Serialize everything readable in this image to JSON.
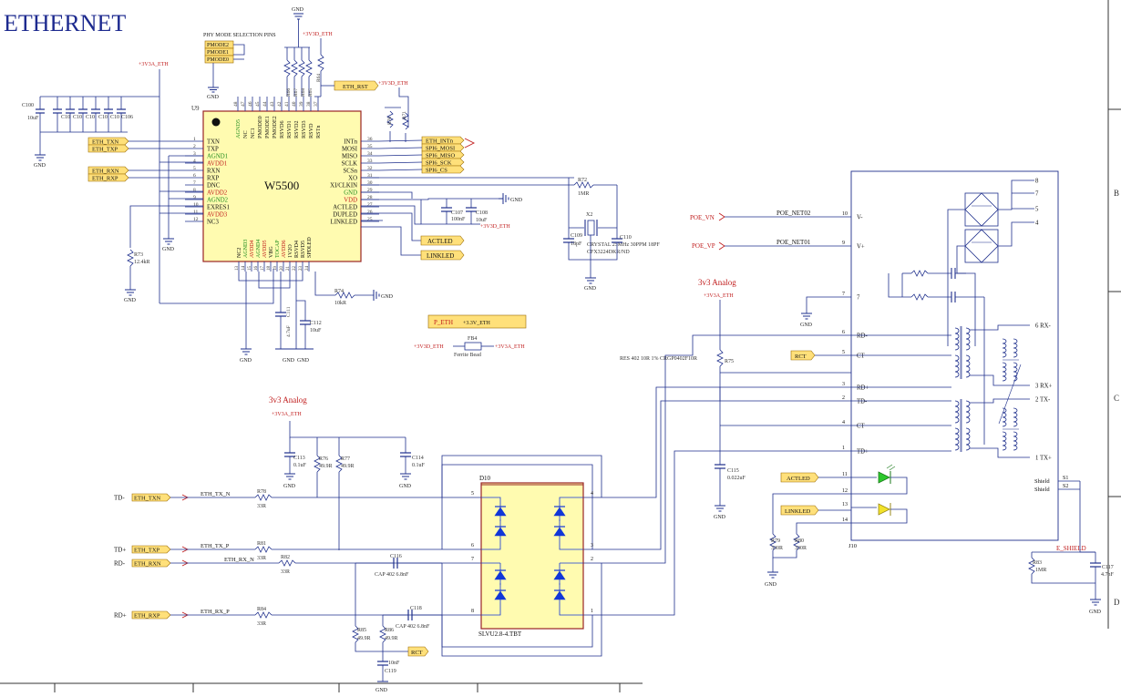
{
  "sheet": {
    "title": "ETHERNET",
    "zone_b": "B",
    "zone_c": "C",
    "zone_d": "D",
    "colors": {
      "wire": "#1e2f8c",
      "part_fill": "#fffbb0",
      "part_stroke": "#9a2424",
      "red": "#c01c1c",
      "green": "#1e8c1e",
      "port_fill": "#ffe07a",
      "diode": "#1237d8"
    }
  },
  "u9": {
    "designator": "U9",
    "name": "W5500",
    "mode_note": "PHY MODE SELECTION PINS",
    "pmode": [
      "PMODE2",
      "PMODE1",
      "PMODE0"
    ],
    "left_pins": [
      {
        "num": "1",
        "name": "TXN",
        "c": "n"
      },
      {
        "num": "2",
        "name": "TXP",
        "c": "n"
      },
      {
        "num": "3",
        "name": "AGND1",
        "c": "g"
      },
      {
        "num": "4",
        "name": "AVDD1",
        "c": "r"
      },
      {
        "num": "5",
        "name": "RXN",
        "c": "n"
      },
      {
        "num": "6",
        "name": "RXP",
        "c": "n"
      },
      {
        "num": "7",
        "name": "DNC",
        "c": "n"
      },
      {
        "num": "8",
        "name": "AVDD2",
        "c": "r"
      },
      {
        "num": "9",
        "name": "AGND2",
        "c": "g"
      },
      {
        "num": "10",
        "name": "EXRES1",
        "c": "n"
      },
      {
        "num": "11",
        "name": "AVDD3",
        "c": "r"
      },
      {
        "num": "12",
        "name": "NC3",
        "c": "n"
      }
    ],
    "right_pins": [
      {
        "num": "36",
        "name": "INTn",
        "c": "n"
      },
      {
        "num": "35",
        "name": "MOSI",
        "c": "n"
      },
      {
        "num": "34",
        "name": "MISO",
        "c": "n"
      },
      {
        "num": "33",
        "name": "SCLK",
        "c": "n"
      },
      {
        "num": "32",
        "name": "SCSn",
        "c": "n"
      },
      {
        "num": "31",
        "name": "XO",
        "c": "n"
      },
      {
        "num": "30",
        "name": "XI/CLKIN",
        "c": "n"
      },
      {
        "num": "29",
        "name": "GND",
        "c": "g"
      },
      {
        "num": "28",
        "name": "VDD",
        "c": "r"
      },
      {
        "num": "27",
        "name": "ACTLED",
        "c": "n"
      },
      {
        "num": "26",
        "name": "DUPLED",
        "c": "n"
      },
      {
        "num": "25",
        "name": "LINKLED",
        "c": "n"
      }
    ],
    "top_pins": [
      {
        "num": "48",
        "name": "AGND5",
        "c": "g"
      },
      {
        "num": "47",
        "name": "NC",
        "c": "n"
      },
      {
        "num": "46",
        "name": "NC1",
        "c": "n"
      },
      {
        "num": "45",
        "name": "PMODE0",
        "c": "n"
      },
      {
        "num": "44",
        "name": "PMODE1",
        "c": "n"
      },
      {
        "num": "43",
        "name": "PMODE2",
        "c": "n"
      },
      {
        "num": "42",
        "name": "RSVD6",
        "c": "n"
      },
      {
        "num": "41",
        "name": "RSVD1",
        "c": "n"
      },
      {
        "num": "40",
        "name": "RSVD2",
        "c": "n"
      },
      {
        "num": "39",
        "name": "RSVD3",
        "c": "n"
      },
      {
        "num": "38",
        "name": "RSVD",
        "c": "n"
      },
      {
        "num": "37",
        "name": "RSTn",
        "c": "n"
      }
    ],
    "bottom_pins": [
      {
        "num": "13",
        "name": "NC2",
        "c": "n"
      },
      {
        "num": "14",
        "name": "AGND3",
        "c": "g"
      },
      {
        "num": "15",
        "name": "AVDD4",
        "c": "r"
      },
      {
        "num": "16",
        "name": "AGND4",
        "c": "g"
      },
      {
        "num": "17",
        "name": "AVDD5",
        "c": "r"
      },
      {
        "num": "18",
        "name": "VBG",
        "c": "n"
      },
      {
        "num": "19",
        "name": "TOCAP",
        "c": "g"
      },
      {
        "num": "20",
        "name": "AVDD6",
        "c": "r"
      },
      {
        "num": "21",
        "name": "1V2O",
        "c": "n"
      },
      {
        "num": "22",
        "name": "RSVD4",
        "c": "n"
      },
      {
        "num": "23",
        "name": "RSVD5",
        "c": "n"
      },
      {
        "num": "24",
        "name": "SPDLED",
        "c": "n"
      }
    ]
  },
  "ports": {
    "eth_txn": "ETH_TXN",
    "eth_txp": "ETH_TXP",
    "eth_rxn": "ETH_RXN",
    "eth_rxp": "ETH_RXP",
    "eth_rst": "ETH_RST",
    "eth_intn": "ETH_INTn",
    "spi_mosi": "SPI6_MOSI",
    "spi_miso": "SPI6_MISO",
    "spi_sck": "SPI6_SCK",
    "spi_cs": "SPI6_CS",
    "actled": "ACTLED",
    "linkled": "LINKLED",
    "p_eth": "P_ETH",
    "rct": "RCT",
    "td_n": "ETH_TXN",
    "td_p": "ETH_TXP",
    "rd_n": "ETH_RXN",
    "rd_p": "ETH_RXP",
    "actled2": "ACTLED",
    "linkled2": "LINKLED",
    "rct2": "RCT",
    "poe_vn": "POE_VN",
    "poe_vp": "POE_VP",
    "td_minus": "TD-",
    "td_plus": "TD+",
    "rd_minus": "RD-",
    "rd_plus": "RD+"
  },
  "power": {
    "gnd": "GND",
    "v3a_eth": "+3V3A_ETH",
    "v3d_eth": "+3V3D_ETH",
    "v33_eth": "+3.3V_ETH",
    "analog_label": "3v3 Analog"
  },
  "parts": {
    "c100": "C100",
    "c100_val": "10uF",
    "c_bank": [
      "C10",
      "C10",
      "C10",
      "C10",
      "C10",
      "C106"
    ],
    "r66": "R66",
    "r67": "R67",
    "r68": "R68",
    "r65": "R65",
    "r64": "R64",
    "r70": "R70",
    "r71": "R71",
    "r72": "R72",
    "r72_val": "1MR",
    "x2": "X2",
    "x2_val": "CRYSTAL 25MHz 30PPM 18PF",
    "x2_part": "CFX3224DKR/ND",
    "c109": "C109",
    "c109_val": "18pF",
    "c110": "C110",
    "c107": "C107",
    "c107_val": "100nF",
    "c108": "C108",
    "c108_val": "10uF",
    "r73": "R73",
    "r73_val": "12.4kR",
    "r74": "R74",
    "r74_val": "10kR",
    "c111": "C111",
    "c111_val": "4.7uF",
    "c112": "C112",
    "c112_val": "10uF",
    "fb4": "FB4",
    "fb4_val": "Ferrite Bead",
    "c113": "C113",
    "c113_val": "0.1uF",
    "c114": "C114",
    "c114_val": "0.1uF",
    "r76": "R76",
    "r76_val": "49.9R",
    "r77": "R77",
    "r77_val": "49.9R",
    "r78": "R78",
    "r78_val": "33R",
    "r81": "R81",
    "r81_val": "33R",
    "r82": "R82",
    "r82_val": "33R",
    "r84": "R84",
    "r84_val": "33R",
    "r85": "R85",
    "r85_val": "49.9R",
    "r86": "R86",
    "r86_val": "49.9R",
    "c116": "C116",
    "c116_val": "CAP 402 6.8nF",
    "c118": "C118",
    "c118_val": "CAP 402 6.8nF",
    "c119": "C119",
    "c119_val": "10nF",
    "r75": "R75",
    "r75_val": "RES 402 10R 1% CRGP0402F10R",
    "c115": "C115",
    "c115_val": "0.022uF",
    "r79": "R79",
    "r79_val": "330R",
    "r80": "R80",
    "r80_val": "330R",
    "r83": "R83",
    "r83_val": "1MR",
    "c117": "C117",
    "c117_val": "4.7nF",
    "d10": "D10",
    "d10_val": "SLVU2.8-4.TBT",
    "j10": "J10",
    "e_shield": "E_SHIELD"
  },
  "nets": {
    "poe_net02": "POE_NET02",
    "poe_net01": "POE_NET01",
    "eth_tx_n": "ETH_TX_N",
    "eth_tx_p": "ETH_TX_P",
    "eth_rx_n": "ETH_RX_N",
    "eth_rx_p": "ETH_RX_P",
    "gnd_sym": "GND"
  },
  "j10": {
    "left_pins": [
      {
        "num": "10",
        "name": "V-"
      },
      {
        "num": "9",
        "name": "V+"
      },
      {
        "num": "7",
        "name": "7"
      },
      {
        "num": "6",
        "name": "RD-"
      },
      {
        "num": "5",
        "name": "CT"
      },
      {
        "num": "3",
        "name": "RD+"
      },
      {
        "num": "2",
        "name": "TD-"
      },
      {
        "num": "4",
        "name": "CT"
      },
      {
        "num": "1",
        "name": "TD+"
      },
      {
        "num": "11",
        "name": ""
      },
      {
        "num": "12",
        "name": ""
      },
      {
        "num": "13",
        "name": ""
      },
      {
        "num": "14",
        "name": ""
      }
    ],
    "right_labels": [
      "8",
      "7",
      "5",
      "4",
      "6 RX-",
      "3 RX+",
      "2 TX-",
      "1 TX+"
    ],
    "shield": [
      "Shield",
      "Shield"
    ],
    "shield_pins": [
      "S1",
      "S2"
    ]
  },
  "d10_pins": [
    "5",
    "6",
    "7",
    "8",
    "4",
    "3",
    "2",
    "1"
  ]
}
